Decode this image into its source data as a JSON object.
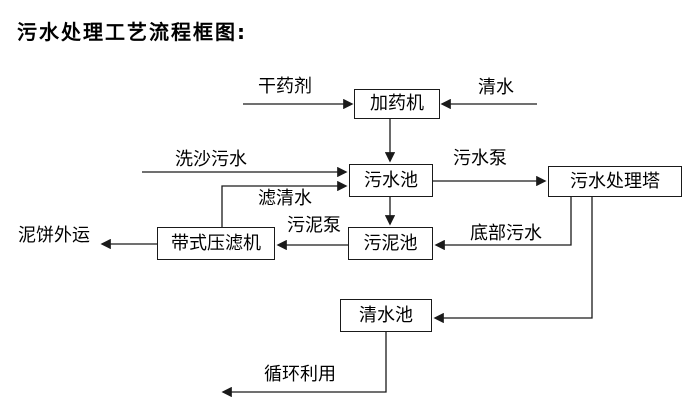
{
  "title": "污水处理工艺流程框图:",
  "nodes": {
    "dosing_machine": "加药机",
    "sewage_pool": "污水池",
    "treatment_tower": "污水处理塔",
    "belt_filter_press": "带式压滤机",
    "sludge_pool": "污泥池",
    "clean_water_pool": "清水池"
  },
  "flows": {
    "dry_agent": "干药剂",
    "clean_water": "清水",
    "sand_washing_sewage": "洗沙污水",
    "filtered_water": "滤清水",
    "sewage_pump": "污水泵",
    "sludge_pump": "污泥泵",
    "bottom_sewage": "底部污水",
    "mud_cake_out": "泥饼外运",
    "recycle_use": "循环利用"
  },
  "colors": {
    "line": "#1a1a1a",
    "text": "#000000",
    "node_border": "#1a1a1a",
    "background": "#ffffff"
  }
}
